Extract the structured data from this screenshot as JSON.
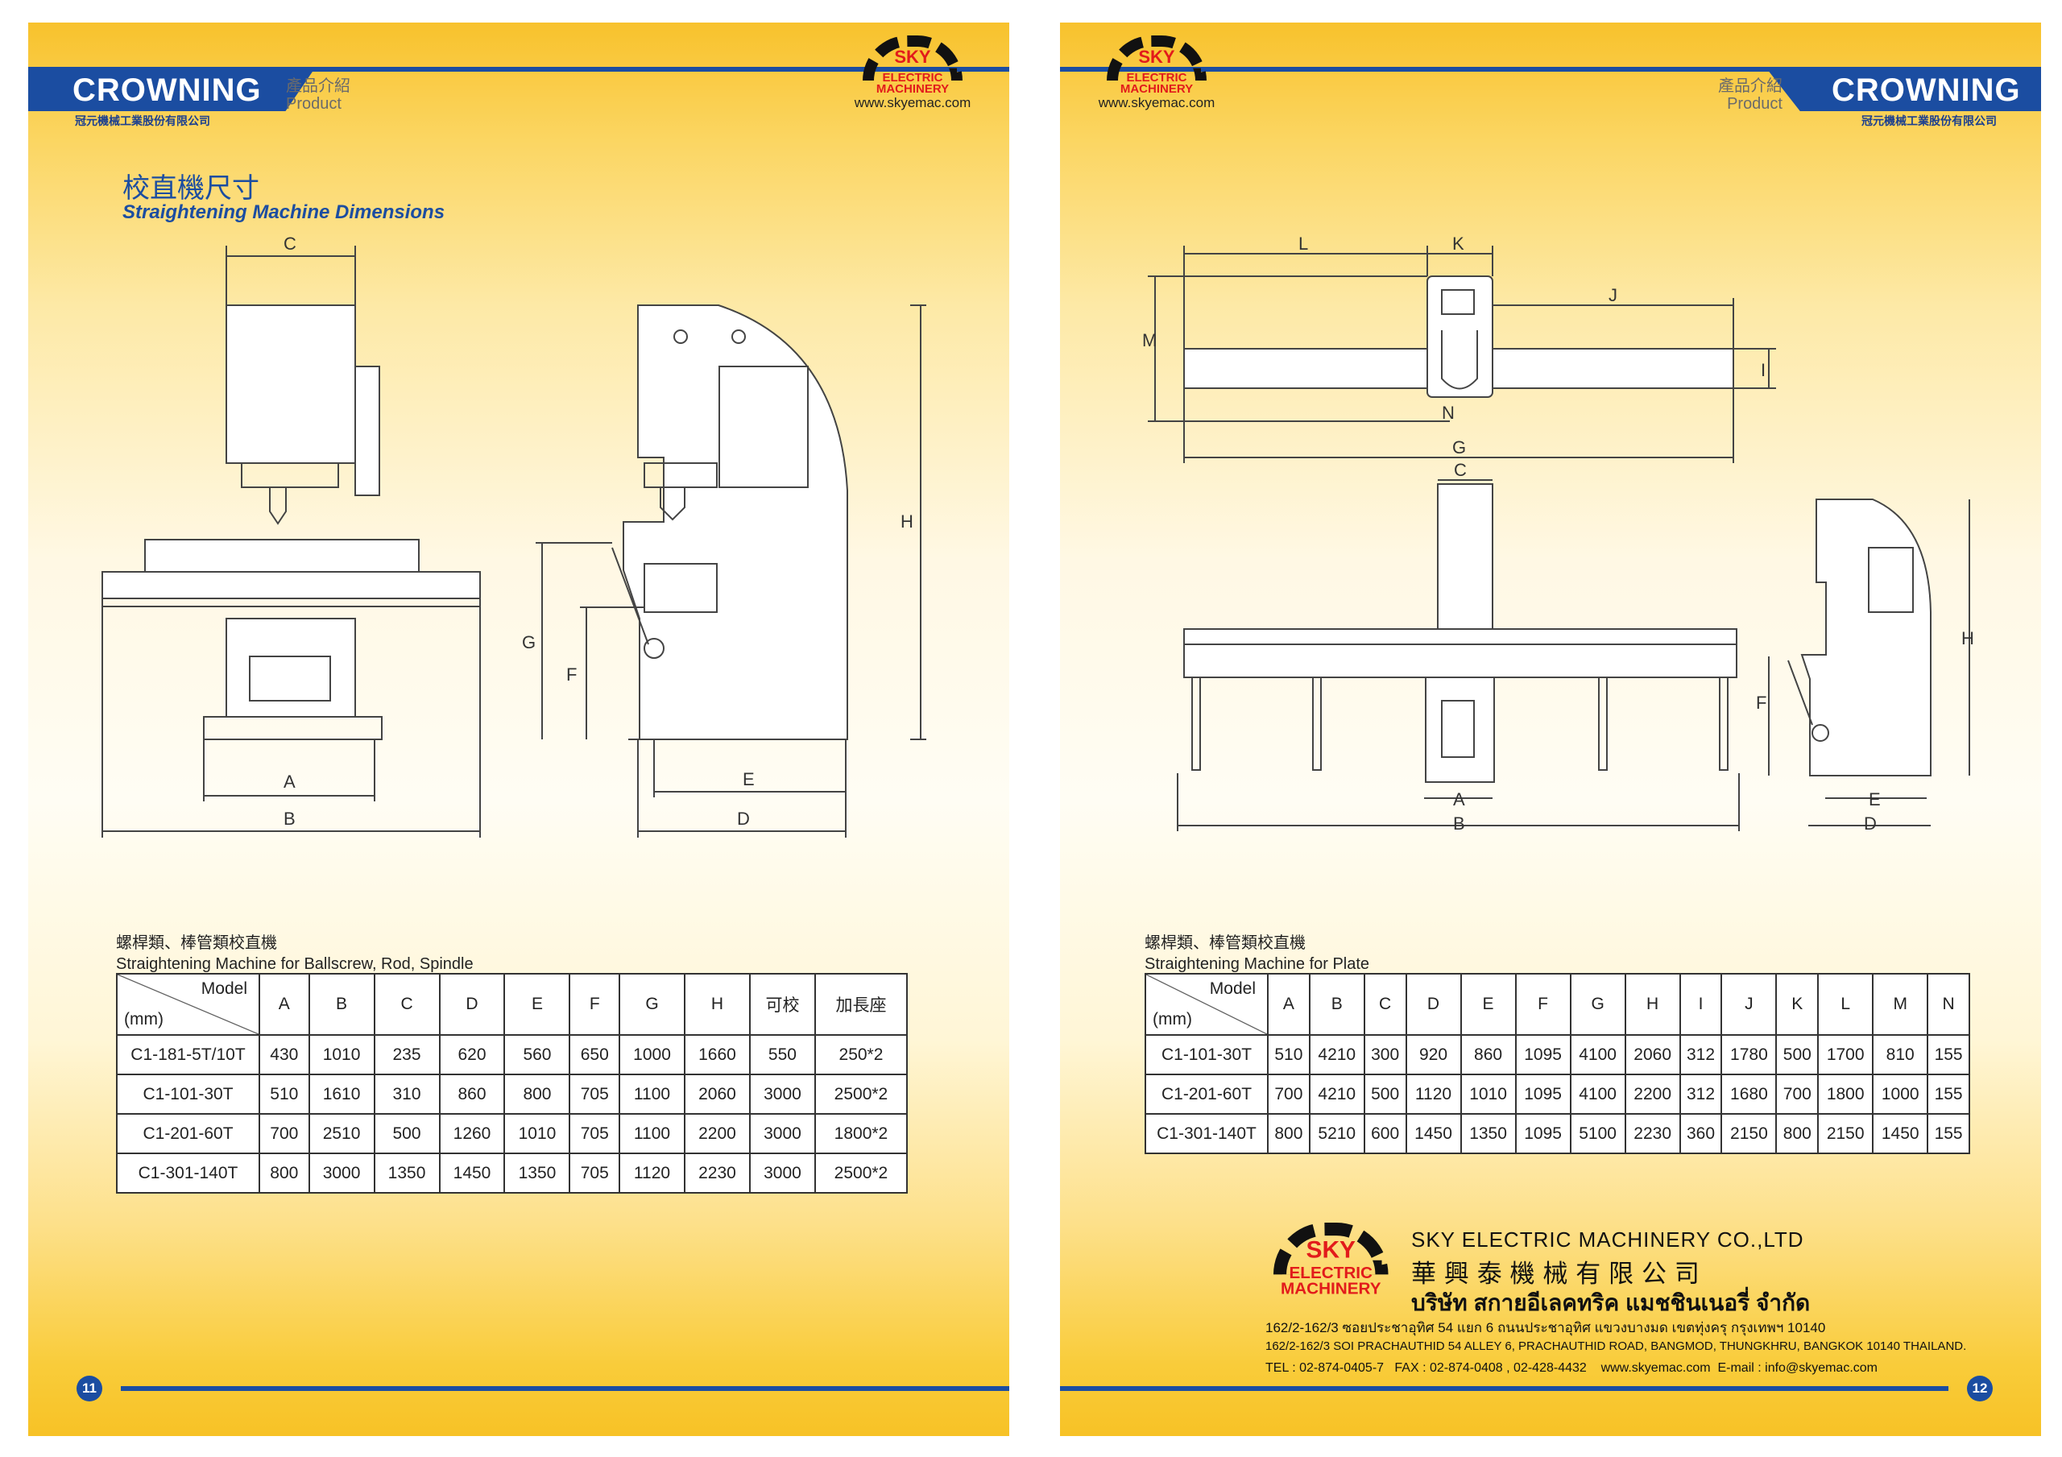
{
  "brand": {
    "name": "CROWNING",
    "company_cn": "冠元機械工業股份有限公司",
    "section_cn": "產品介紹",
    "section_en": "Product"
  },
  "sky_logo": {
    "top": "SKY",
    "line1": "ELECTRIC",
    "line2": "MACHINERY",
    "url": "www.skyemac.com"
  },
  "left_page": {
    "title_cn": "校直機尺寸",
    "title_en": "Straightening Machine Dimensions",
    "drawing_labels": [
      "A",
      "B",
      "C",
      "D",
      "E",
      "F",
      "G",
      "H"
    ],
    "caption_cn": "螺桿類、棒管類校直機",
    "caption_en": "Straightening Machine for Ballscrew, Rod, Spindle",
    "table": {
      "corner_top": "Model",
      "corner_bottom": "(mm)",
      "columns": [
        "A",
        "B",
        "C",
        "D",
        "E",
        "F",
        "G",
        "H",
        "可校",
        "加長座"
      ],
      "rows": [
        [
          "C1-181-5T/10T",
          "430",
          "1010",
          "235",
          "620",
          "560",
          "650",
          "1000",
          "1660",
          "550",
          "250*2"
        ],
        [
          "C1-101-30T",
          "510",
          "1610",
          "310",
          "860",
          "800",
          "705",
          "1100",
          "2060",
          "3000",
          "2500*2"
        ],
        [
          "C1-201-60T",
          "700",
          "2510",
          "500",
          "1260",
          "1010",
          "705",
          "1100",
          "2200",
          "3000",
          "1800*2"
        ],
        [
          "C1-301-140T",
          "800",
          "3000",
          "1350",
          "1450",
          "1350",
          "705",
          "1120",
          "2230",
          "3000",
          "2500*2"
        ]
      ]
    },
    "page_number": "11"
  },
  "right_page": {
    "drawing_labels": [
      "L",
      "K",
      "J",
      "M",
      "I",
      "N",
      "G",
      "C",
      "A",
      "B",
      "H",
      "F",
      "E",
      "D"
    ],
    "caption_cn": "螺桿類、棒管類校直機",
    "caption_en": "Straightening Machine for Plate",
    "table": {
      "corner_top": "Model",
      "corner_bottom": "(mm)",
      "columns": [
        "A",
        "B",
        "C",
        "D",
        "E",
        "F",
        "G",
        "H",
        "I",
        "J",
        "K",
        "L",
        "M",
        "N"
      ],
      "rows": [
        [
          "C1-101-30T",
          "510",
          "4210",
          "300",
          "920",
          "860",
          "1095",
          "4100",
          "2060",
          "312",
          "1780",
          "500",
          "1700",
          "810",
          "155"
        ],
        [
          "C1-201-60T",
          "700",
          "4210",
          "500",
          "1120",
          "1010",
          "1095",
          "4100",
          "2200",
          "312",
          "1680",
          "700",
          "1800",
          "1000",
          "155"
        ],
        [
          "C1-301-140T",
          "800",
          "5210",
          "600",
          "1450",
          "1350",
          "1095",
          "5100",
          "2230",
          "360",
          "2150",
          "800",
          "2150",
          "1450",
          "155"
        ]
      ]
    },
    "company": {
      "name_en": "SKY ELECTRIC MACHINERY CO.,LTD",
      "name_cn": "華 興 泰 機 械 有 限 公 司",
      "name_th": "บริษัท สกายอีเลคทริค แมชชินเนอรี่ จำกัด",
      "address_th": "162/2-162/3 ซอยประชาอุทิศ 54 แยก 6 ถนนประชาอุทิศ แขวงบางมด เขตทุ่งครุ กรุงเทพฯ 10140",
      "address_en": "162/2-162/3 SOI PRACHAUTHID 54 ALLEY 6, PRACHAUTHID ROAD, BANGMOD, THUNGKHRU, BANGKOK 10140 THAILAND.",
      "contact": "TEL : 02-874-0405-7   FAX : 02-874-0408 , 02-428-4432    www.skyemac.com  E-mail : info@skyemac.com"
    },
    "page_number": "12"
  },
  "colors": {
    "brand_blue": "#1b4da1",
    "logo_red": "#e21b1b"
  }
}
